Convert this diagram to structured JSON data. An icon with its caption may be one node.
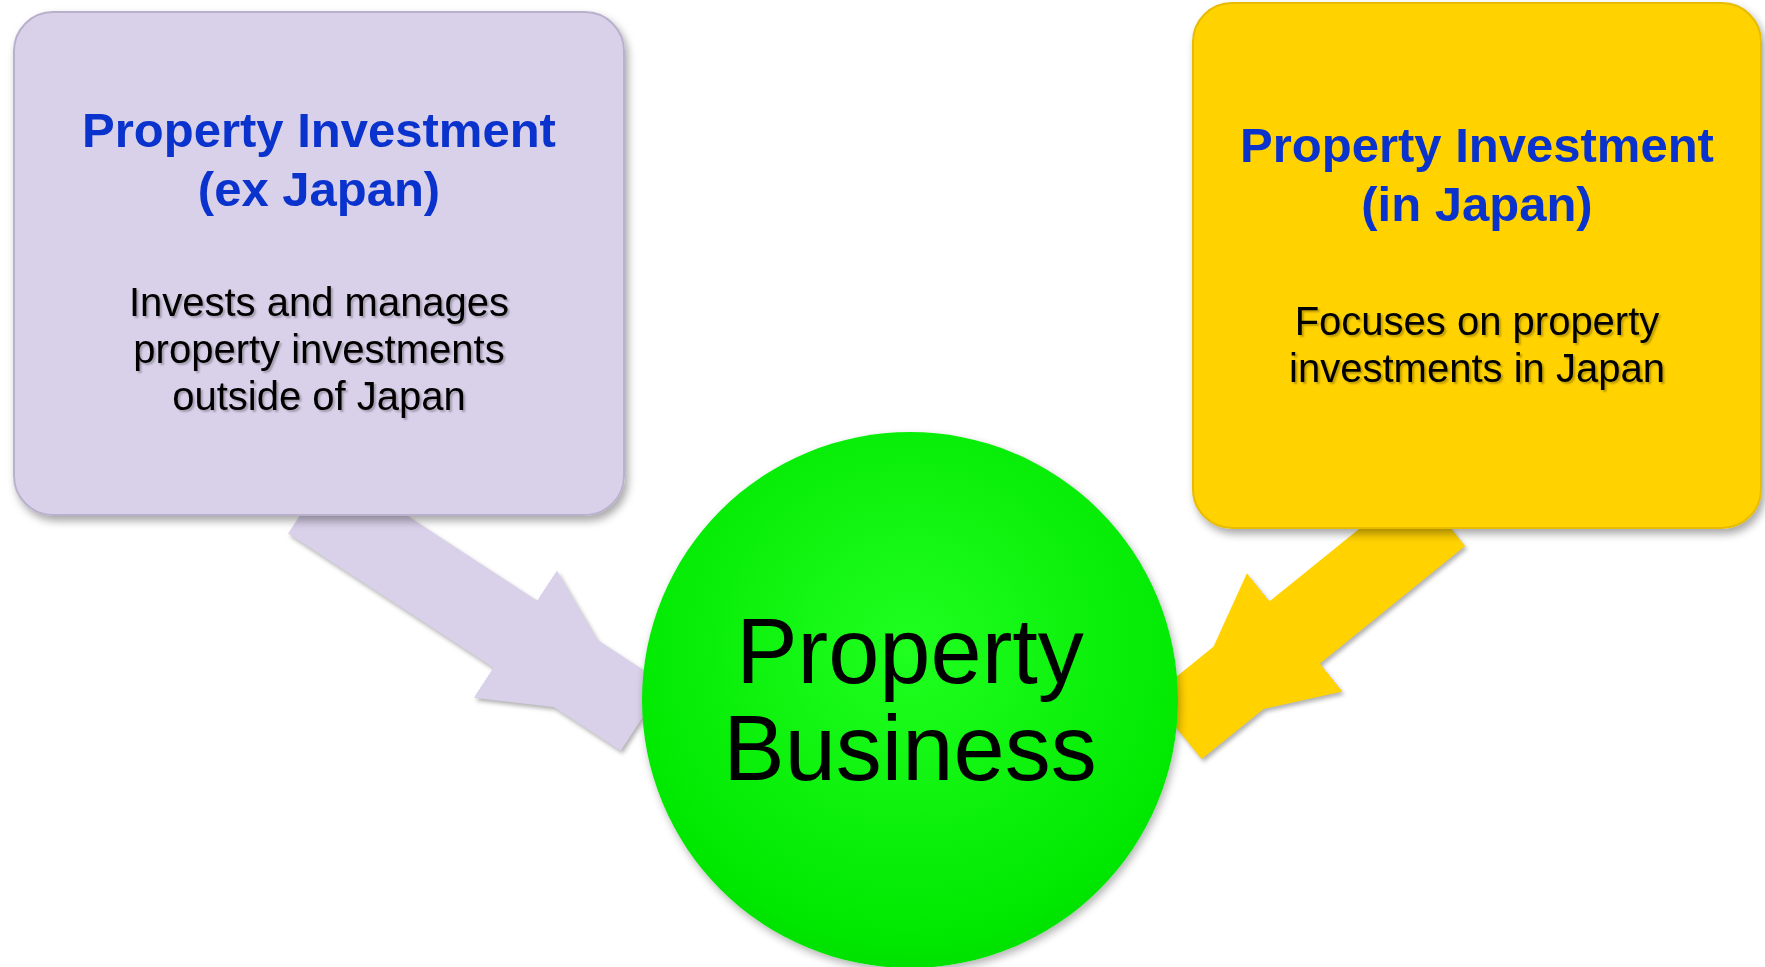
{
  "diagram": {
    "nodes": [
      {
        "text": [
          "Property Investment (ex Japan)",
          "Invests and manages property investments outside of Japan"
        ]
      },
      {
        "text": [
          "Property Investment (in Japan)",
          "Focuses on property investments in Japan"
        ]
      },
      {
        "text": [
          "Property Business"
        ]
      }
    ],
    "edges": [
      {
        "from": 0,
        "to": 2,
        "arrow": "to",
        "color": "#d9d0e9"
      },
      {
        "from": 1,
        "to": 2,
        "arrow": "to",
        "color": "#ffd200"
      }
    ]
  }
}
